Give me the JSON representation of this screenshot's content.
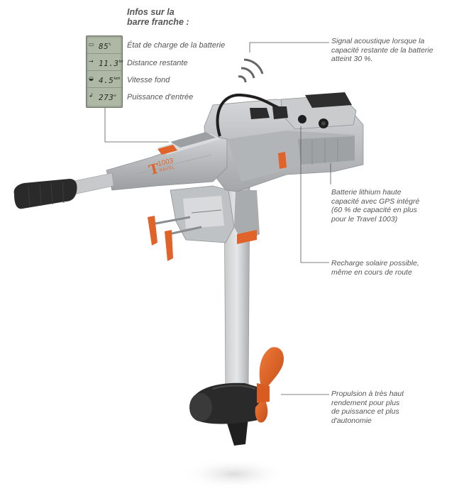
{
  "title": "Infos sur la\nbarre franche :",
  "display": {
    "rows": [
      {
        "icon": "battery-icon",
        "glyph": "▭",
        "value": "85",
        "unit": "%",
        "label": "État de charge de la batterie"
      },
      {
        "icon": "range-arrow-icon",
        "glyph": "→",
        "value": "11.3",
        "unit": "km",
        "label": "Distance restante"
      },
      {
        "icon": "speedometer-icon",
        "glyph": "◒",
        "value": "4.5",
        "unit": "kmh",
        "label": "Vitesse fond"
      },
      {
        "icon": "power-input-icon",
        "glyph": "↲",
        "value": "273",
        "unit": "w",
        "label": "Puissance d'entrée"
      }
    ]
  },
  "callouts": {
    "acoustic": "Signal acoustique lorsque la\ncapacité restante de la batterie\natteint 30 %.",
    "battery": "Batterie lithium haute\ncapacité avec GPS intégré\n(60 % de capacité en plus\npour le Travel 1003)",
    "solar": "Recharge solaire possible,\nmême en cours de route",
    "propulsion": "Propulsion à très haut\nrendement pour plus\nde puissance et plus\nd'autonomie"
  },
  "product": {
    "logo_letter": "T",
    "logo_number": "1003",
    "logo_word": "RAVEL"
  },
  "colors": {
    "housing": "#b9bcbe",
    "accent": "#e5632b",
    "dark": "#2b2b2b",
    "text": "#555555"
  }
}
